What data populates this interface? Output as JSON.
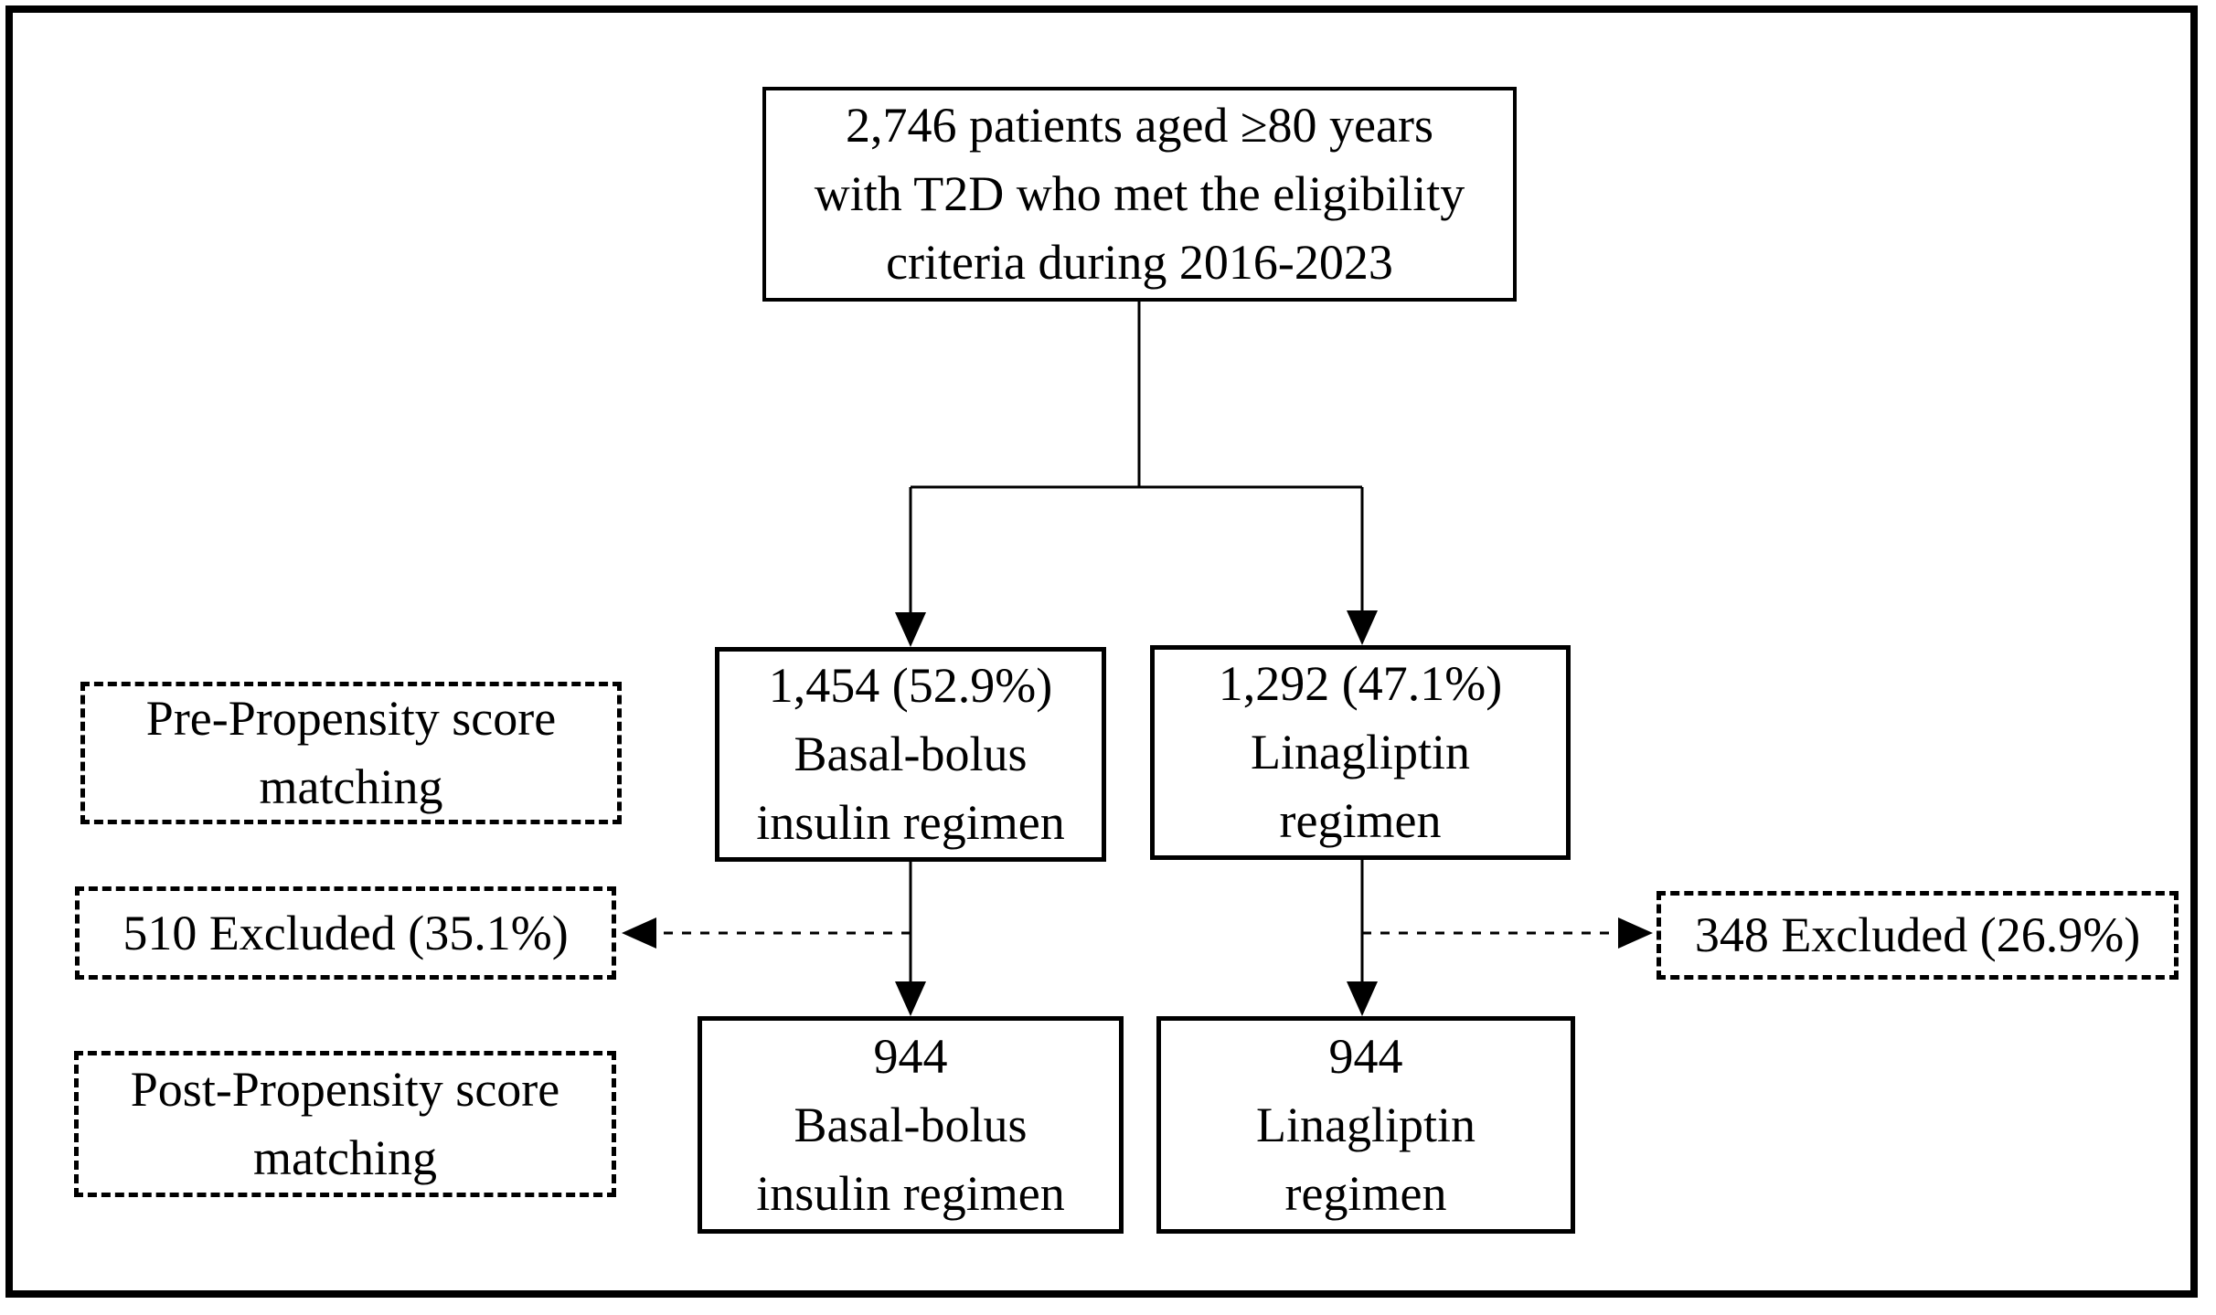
{
  "figure": {
    "type": "flowchart",
    "colors": {
      "line": "#000000",
      "background": "#ffffff"
    },
    "boxes": {
      "eligibility": {
        "lines": [
          "2,746 patients aged ≥80 years",
          "with T2D who met the eligibility",
          "criteria during 2016-2023"
        ]
      },
      "pre_psm_label": {
        "lines": [
          "Pre-Propensity score",
          "matching"
        ]
      },
      "excluded_left": {
        "text": "510 Excluded (35.1%)"
      },
      "post_psm_label": {
        "lines": [
          "Post-Propensity score",
          "matching"
        ]
      },
      "excluded_right": {
        "text": "348 Excluded (26.9%)"
      },
      "basal_pre": {
        "lines": [
          "1,454 (52.9%)",
          "Basal-bolus",
          "insulin regimen"
        ]
      },
      "lina_pre": {
        "lines": [
          "1,292 (47.1%)",
          "Linagliptin",
          "regimen"
        ]
      },
      "basal_post": {
        "lines": [
          "944",
          "Basal-bolus",
          "insulin regimen"
        ]
      },
      "lina_post": {
        "lines": [
          "944",
          "Linagliptin",
          "regimen"
        ]
      }
    },
    "edges": [
      {
        "from": "eligibility",
        "to": "basal_pre",
        "style": "solid-arrow"
      },
      {
        "from": "eligibility",
        "to": "lina_pre",
        "style": "solid-arrow"
      },
      {
        "from": "basal_pre",
        "to": "basal_post",
        "style": "solid-arrow"
      },
      {
        "from": "lina_pre",
        "to": "lina_post",
        "style": "solid-arrow"
      },
      {
        "from": "basal_pre",
        "to": "excluded_left",
        "style": "dashed-arrow"
      },
      {
        "from": "lina_pre",
        "to": "excluded_right",
        "style": "dashed-arrow"
      }
    ]
  }
}
